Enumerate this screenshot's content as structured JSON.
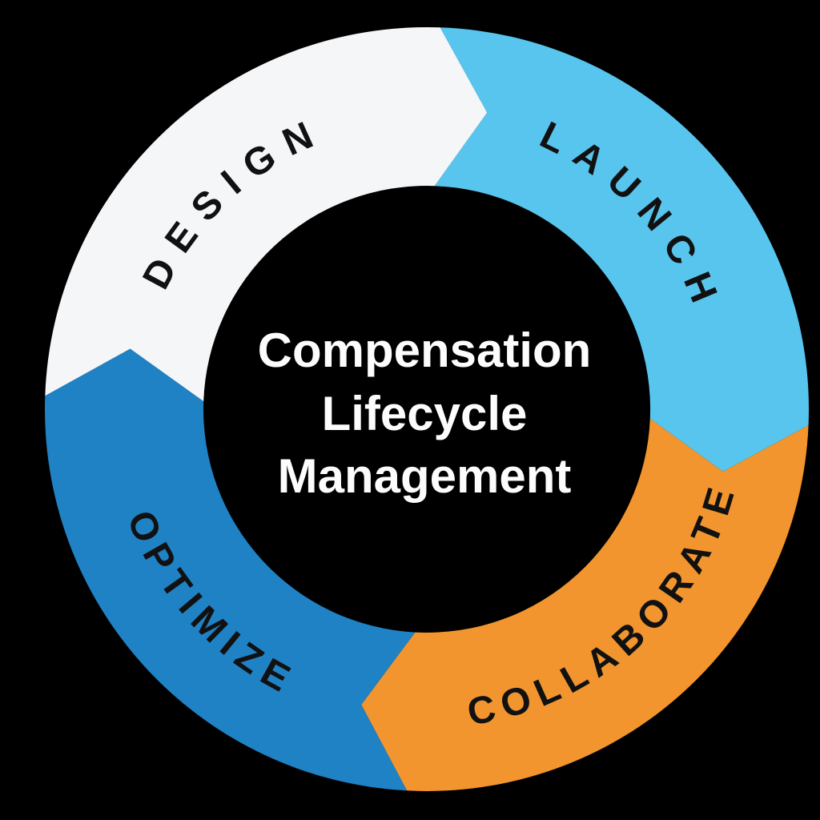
{
  "background_color": "#000000",
  "diagram": {
    "type": "cycle",
    "flow_direction": "clockwise",
    "center": {
      "line1": "Compensation",
      "line2": "Lifecycle",
      "line3": "Management",
      "text_color": "#fcfcfc"
    },
    "segments": [
      {
        "id": "design",
        "label": "DESIGN",
        "color": "#f4f6f8",
        "label_color": "#111111",
        "position": "top-left"
      },
      {
        "id": "launch",
        "label": "LAUNCH",
        "color": "#58c5ef",
        "label_color": "#111111",
        "position": "top-right"
      },
      {
        "id": "collaborate",
        "label": "COLLABORATE",
        "color": "#f2952e",
        "label_color": "#111111",
        "position": "bottom-right"
      },
      {
        "id": "optimize",
        "label": "OPTIMIZE",
        "color": "#1f82c5",
        "label_color": "#111111",
        "position": "bottom-left"
      }
    ]
  }
}
